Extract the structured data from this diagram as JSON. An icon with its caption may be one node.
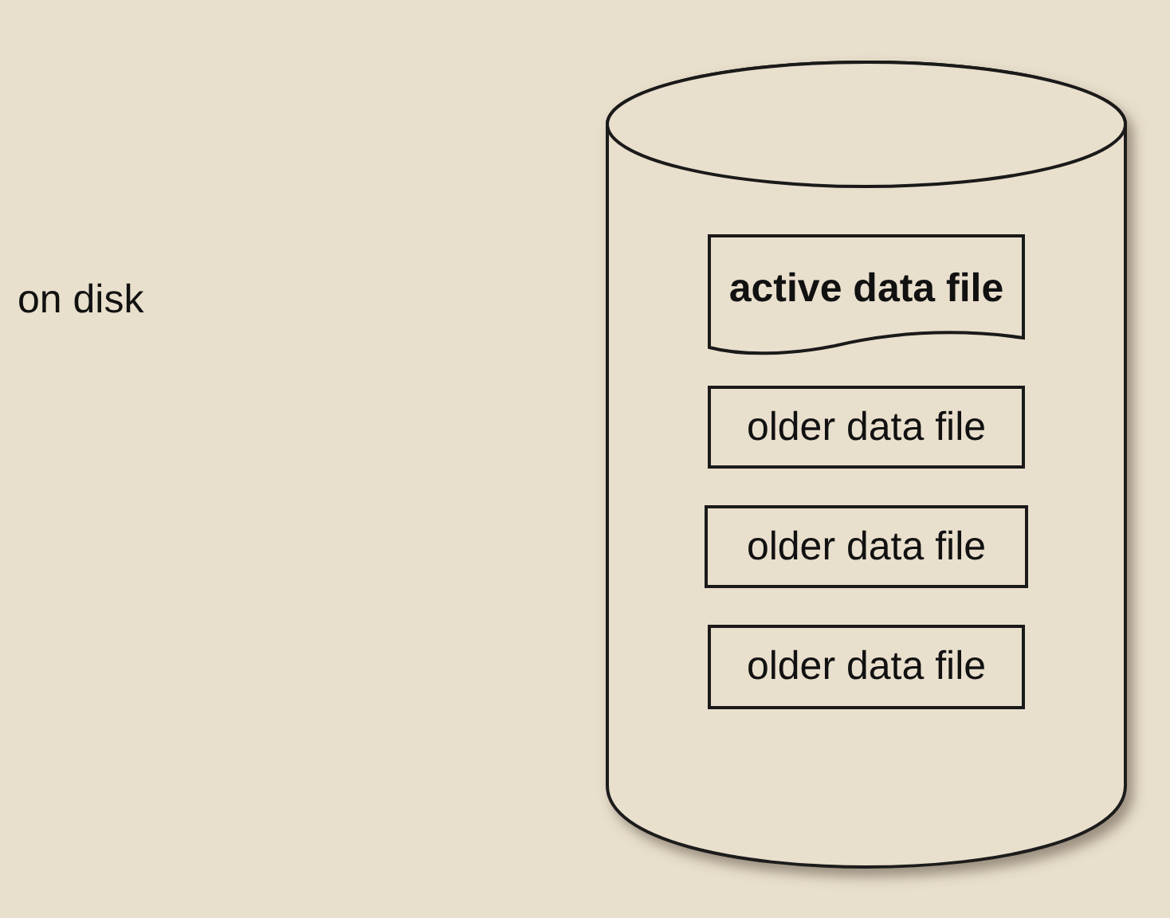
{
  "diagram": {
    "nodes": [
      {
        "text": [],
        "shape": "cylinder"
      },
      {
        "text": [
          "active data file"
        ],
        "in": 0
      },
      {
        "text": [
          "older data file"
        ],
        "in": 0
      },
      {
        "text": [
          "older data file"
        ],
        "in": 0
      },
      {
        "text": [
          "older data file"
        ],
        "in": 0
      }
    ],
    "edges": [],
    "labels": [
      "on disk"
    ]
  }
}
